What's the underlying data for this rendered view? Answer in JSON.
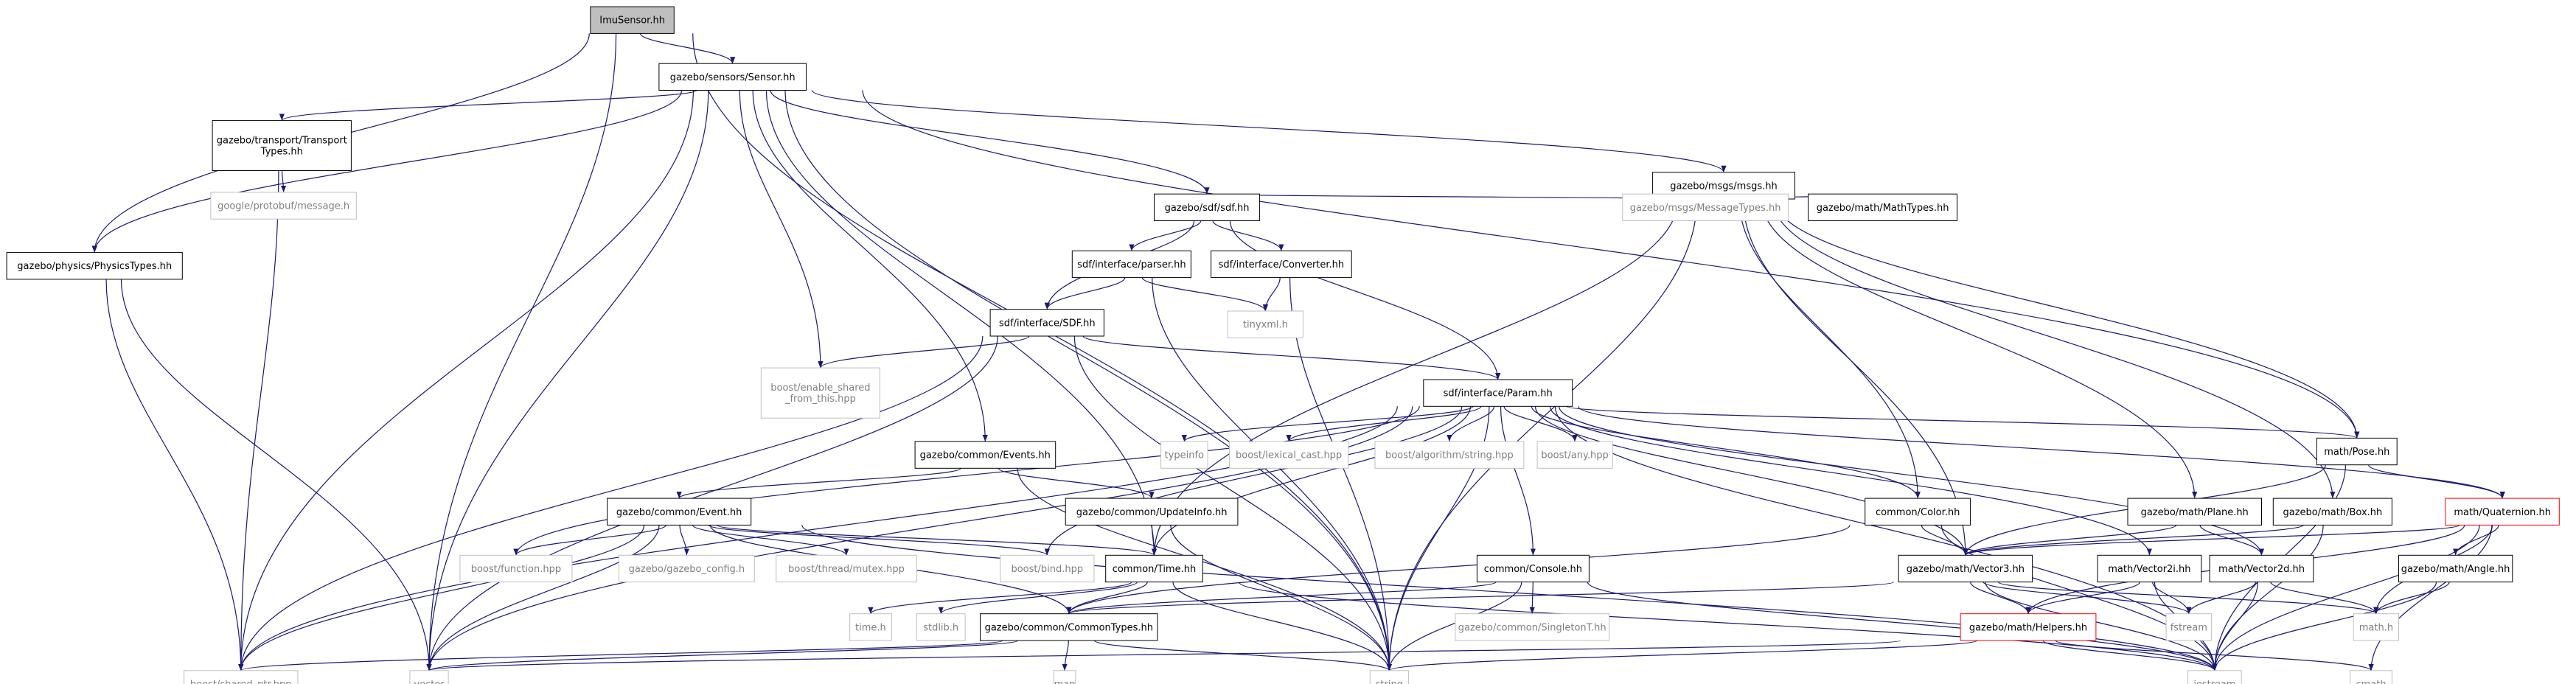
{
  "graph": {
    "colors": {
      "edge": "#191970",
      "bordered_stroke": "#000000",
      "external_stroke": "#bfbfbf",
      "external_text": "#7f7f7f",
      "truncated_stroke": "#ff0000",
      "root_fill": "#bfbfbf",
      "node_fill": "#ffffff",
      "text": "#000000"
    },
    "nodes": [
      {
        "id": "imu",
        "lines": [
          "ImuSensor.hh"
        ],
        "kind": "root"
      },
      {
        "id": "sensor",
        "lines": [
          "gazebo/sensors/Sensor.hh"
        ],
        "kind": "box"
      },
      {
        "id": "physics",
        "lines": [
          "gazebo/physics/PhysicsTypes.hh"
        ],
        "kind": "box"
      },
      {
        "id": "transport",
        "lines": [
          "gazebo/transport/Transport",
          "Types.hh"
        ],
        "kind": "box"
      },
      {
        "id": "protobuf",
        "lines": [
          "google/protobuf/message.h"
        ],
        "kind": "ext"
      },
      {
        "id": "msgs",
        "lines": [
          "gazebo/msgs/msgs.hh"
        ],
        "kind": "box"
      },
      {
        "id": "sdf",
        "lines": [
          "gazebo/sdf/sdf.hh"
        ],
        "kind": "box"
      },
      {
        "id": "msgtypes",
        "lines": [
          "gazebo/msgs/MessageTypes.hh"
        ],
        "kind": "ext"
      },
      {
        "id": "mathtypes",
        "lines": [
          "gazebo/math/MathTypes.hh"
        ],
        "kind": "box"
      },
      {
        "id": "parser",
        "lines": [
          "sdf/interface/parser.hh"
        ],
        "kind": "box"
      },
      {
        "id": "converter",
        "lines": [
          "sdf/interface/Converter.hh"
        ],
        "kind": "box"
      },
      {
        "id": "tinyxml",
        "lines": [
          "tinyxml.h"
        ],
        "kind": "ext"
      },
      {
        "id": "sdfhh",
        "lines": [
          "sdf/interface/SDF.hh"
        ],
        "kind": "box"
      },
      {
        "id": "enable",
        "lines": [
          "boost/enable_shared",
          "_from_this.hpp"
        ],
        "kind": "ext"
      },
      {
        "id": "param",
        "lines": [
          "sdf/interface/Param.hh"
        ],
        "kind": "box"
      },
      {
        "id": "typeinfo",
        "lines": [
          "typeinfo"
        ],
        "kind": "ext"
      },
      {
        "id": "lexical",
        "lines": [
          "boost/lexical_cast.hpp"
        ],
        "kind": "ext"
      },
      {
        "id": "algostr",
        "lines": [
          "boost/algorithm/string.hpp"
        ],
        "kind": "ext"
      },
      {
        "id": "any",
        "lines": [
          "boost/any.hpp"
        ],
        "kind": "ext"
      },
      {
        "id": "events",
        "lines": [
          "gazebo/common/Events.hh"
        ],
        "kind": "box"
      },
      {
        "id": "pose",
        "lines": [
          "math/Pose.hh"
        ],
        "kind": "box"
      },
      {
        "id": "event",
        "lines": [
          "gazebo/common/Event.hh"
        ],
        "kind": "box"
      },
      {
        "id": "updateinfo",
        "lines": [
          "gazebo/common/UpdateInfo.hh"
        ],
        "kind": "box"
      },
      {
        "id": "color",
        "lines": [
          "common/Color.hh"
        ],
        "kind": "box"
      },
      {
        "id": "plane",
        "lines": [
          "gazebo/math/Plane.hh"
        ],
        "kind": "box"
      },
      {
        "id": "box",
        "lines": [
          "gazebo/math/Box.hh"
        ],
        "kind": "box"
      },
      {
        "id": "quat",
        "lines": [
          "math/Quaternion.hh"
        ],
        "kind": "trunc"
      },
      {
        "id": "function",
        "lines": [
          "boost/function.hpp"
        ],
        "kind": "ext"
      },
      {
        "id": "gzconfig",
        "lines": [
          "gazebo/gazebo_config.h"
        ],
        "kind": "ext"
      },
      {
        "id": "mutex",
        "lines": [
          "boost/thread/mutex.hpp"
        ],
        "kind": "ext"
      },
      {
        "id": "bind",
        "lines": [
          "boost/bind.hpp"
        ],
        "kind": "ext"
      },
      {
        "id": "time",
        "lines": [
          "common/Time.hh"
        ],
        "kind": "box"
      },
      {
        "id": "console",
        "lines": [
          "common/Console.hh"
        ],
        "kind": "box"
      },
      {
        "id": "vector3",
        "lines": [
          "gazebo/math/Vector3.hh"
        ],
        "kind": "box"
      },
      {
        "id": "vector2i",
        "lines": [
          "math/Vector2i.hh"
        ],
        "kind": "box"
      },
      {
        "id": "vector2d",
        "lines": [
          "math/Vector2d.hh"
        ],
        "kind": "box"
      },
      {
        "id": "angle",
        "lines": [
          "gazebo/math/Angle.hh"
        ],
        "kind": "box"
      },
      {
        "id": "timeh",
        "lines": [
          "time.h"
        ],
        "kind": "ext"
      },
      {
        "id": "stdlib",
        "lines": [
          "stdlib.h"
        ],
        "kind": "ext"
      },
      {
        "id": "commontypes",
        "lines": [
          "gazebo/common/CommonTypes.hh"
        ],
        "kind": "box"
      },
      {
        "id": "singleton",
        "lines": [
          "gazebo/common/SingletonT.hh"
        ],
        "kind": "ext"
      },
      {
        "id": "helpers",
        "lines": [
          "gazebo/math/Helpers.hh"
        ],
        "kind": "trunc"
      },
      {
        "id": "fstream",
        "lines": [
          "fstream"
        ],
        "kind": "ext"
      },
      {
        "id": "mathh",
        "lines": [
          "math.h"
        ],
        "kind": "ext"
      },
      {
        "id": "shared",
        "lines": [
          "boost/shared_ptr.hpp"
        ],
        "kind": "ext"
      },
      {
        "id": "vector",
        "lines": [
          "vector"
        ],
        "kind": "ext"
      },
      {
        "id": "map",
        "lines": [
          "map"
        ],
        "kind": "ext"
      },
      {
        "id": "string",
        "lines": [
          "string"
        ],
        "kind": "ext"
      },
      {
        "id": "iostream",
        "lines": [
          "iostream"
        ],
        "kind": "ext"
      },
      {
        "id": "cmath",
        "lines": [
          "cmath"
        ],
        "kind": "ext"
      }
    ],
    "edges": [
      [
        "imu",
        "sensor"
      ],
      [
        "imu",
        "physics"
      ],
      [
        "imu",
        "vector"
      ],
      [
        "imu",
        "string"
      ],
      [
        "sensor",
        "physics"
      ],
      [
        "sensor",
        "transport"
      ],
      [
        "sensor",
        "msgs"
      ],
      [
        "sensor",
        "sdf"
      ],
      [
        "sensor",
        "events"
      ],
      [
        "sensor",
        "time"
      ],
      [
        "sensor",
        "pose"
      ],
      [
        "sensor",
        "enable"
      ],
      [
        "sensor",
        "vector"
      ],
      [
        "sensor",
        "string"
      ],
      [
        "sensor",
        "shared"
      ],
      [
        "physics",
        "shared"
      ],
      [
        "physics",
        "vector"
      ],
      [
        "transport",
        "protobuf"
      ],
      [
        "transport",
        "shared"
      ],
      [
        "msgs",
        "msgtypes"
      ],
      [
        "msgs",
        "mathtypes"
      ],
      [
        "msgs",
        "sdf"
      ],
      [
        "msgs",
        "color"
      ],
      [
        "msgs",
        "pose"
      ],
      [
        "msgs",
        "plane"
      ],
      [
        "msgs",
        "box"
      ],
      [
        "msgs",
        "vector3"
      ],
      [
        "msgs",
        "time"
      ],
      [
        "msgs",
        "string"
      ],
      [
        "sdf",
        "parser"
      ],
      [
        "sdf",
        "converter"
      ],
      [
        "sdf",
        "sdfhh"
      ],
      [
        "sdf",
        "param"
      ],
      [
        "parser",
        "sdfhh"
      ],
      [
        "parser",
        "tinyxml"
      ],
      [
        "parser",
        "string"
      ],
      [
        "converter",
        "tinyxml"
      ],
      [
        "converter",
        "string"
      ],
      [
        "sdfhh",
        "param"
      ],
      [
        "sdfhh",
        "enable"
      ],
      [
        "sdfhh",
        "shared"
      ],
      [
        "sdfhh",
        "vector"
      ],
      [
        "sdfhh",
        "string"
      ],
      [
        "param",
        "typeinfo"
      ],
      [
        "param",
        "lexical"
      ],
      [
        "param",
        "algostr"
      ],
      [
        "param",
        "any"
      ],
      [
        "param",
        "function"
      ],
      [
        "param",
        "bind"
      ],
      [
        "param",
        "shared"
      ],
      [
        "param",
        "vector"
      ],
      [
        "param",
        "string"
      ],
      [
        "param",
        "iostream"
      ],
      [
        "param",
        "console"
      ],
      [
        "param",
        "color"
      ],
      [
        "param",
        "time"
      ],
      [
        "param",
        "vector3"
      ],
      [
        "param",
        "vector2i"
      ],
      [
        "param",
        "vector2d"
      ],
      [
        "param",
        "pose"
      ],
      [
        "param",
        "quat"
      ],
      [
        "events",
        "event"
      ],
      [
        "events",
        "updateinfo"
      ],
      [
        "events",
        "string"
      ],
      [
        "event",
        "function"
      ],
      [
        "event",
        "gzconfig"
      ],
      [
        "event",
        "mutex"
      ],
      [
        "event",
        "bind"
      ],
      [
        "event",
        "time"
      ],
      [
        "event",
        "commontypes"
      ],
      [
        "event",
        "vector"
      ],
      [
        "event",
        "shared"
      ],
      [
        "event",
        "iostream"
      ],
      [
        "updateinfo",
        "time"
      ],
      [
        "updateinfo",
        "string"
      ],
      [
        "time",
        "timeh"
      ],
      [
        "time",
        "stdlib"
      ],
      [
        "time",
        "commontypes"
      ],
      [
        "time",
        "string"
      ],
      [
        "time",
        "iostream"
      ],
      [
        "console",
        "commontypes"
      ],
      [
        "console",
        "singleton"
      ],
      [
        "console",
        "string"
      ],
      [
        "console",
        "iostream"
      ],
      [
        "color",
        "vector3"
      ],
      [
        "color",
        "commontypes"
      ],
      [
        "color",
        "iostream"
      ],
      [
        "pose",
        "quat"
      ],
      [
        "pose",
        "vector3"
      ],
      [
        "pose",
        "iostream"
      ],
      [
        "quat",
        "vector3"
      ],
      [
        "quat",
        "angle"
      ],
      [
        "quat",
        "mathh"
      ],
      [
        "quat",
        "iostream"
      ],
      [
        "quat",
        "cmath"
      ],
      [
        "quat",
        "helpers"
      ],
      [
        "plane",
        "vector3"
      ],
      [
        "plane",
        "vector2d"
      ],
      [
        "box",
        "vector3"
      ],
      [
        "box",
        "iostream"
      ],
      [
        "vector3",
        "helpers"
      ],
      [
        "vector3",
        "fstream"
      ],
      [
        "vector3",
        "mathh"
      ],
      [
        "vector3",
        "iostream"
      ],
      [
        "vector3",
        "commontypes"
      ],
      [
        "vector2i",
        "fstream"
      ],
      [
        "vector2i",
        "iostream"
      ],
      [
        "vector2i",
        "helpers"
      ],
      [
        "vector2d",
        "mathh"
      ],
      [
        "vector2d",
        "fstream"
      ],
      [
        "vector2d",
        "iostream"
      ],
      [
        "angle",
        "mathh"
      ],
      [
        "angle",
        "iostream"
      ],
      [
        "helpers",
        "string"
      ],
      [
        "helpers",
        "iostream"
      ],
      [
        "helpers",
        "cmath"
      ],
      [
        "helpers",
        "vector"
      ],
      [
        "commontypes",
        "vector"
      ],
      [
        "commontypes",
        "map"
      ],
      [
        "commontypes",
        "string"
      ],
      [
        "commontypes",
        "shared"
      ]
    ]
  }
}
